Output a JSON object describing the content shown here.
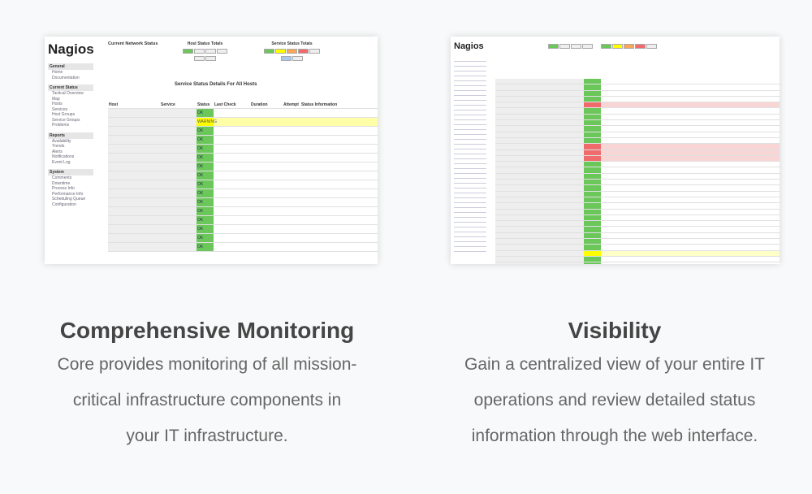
{
  "screenshots": {
    "left": {
      "logo": "Nagios",
      "header_title": "Current Network Status",
      "host_totals_title": "Host Status Totals",
      "service_totals_title": "Service Status Totals",
      "table_title": "Service Status Details For All Hosts",
      "sidebar": [
        {
          "heading": "General",
          "items": [
            "Home",
            "Documentation"
          ]
        },
        {
          "heading": "Current Status",
          "items": [
            "Tactical Overview",
            "Map",
            "Hosts",
            "Services",
            "Host Groups",
            "Service Groups",
            "Problems"
          ]
        },
        {
          "heading": "Reports",
          "items": [
            "Availability",
            "Trends",
            "Alerts",
            "Notifications",
            "Event Log"
          ]
        },
        {
          "heading": "System",
          "items": [
            "Comments",
            "Downtime",
            "Process Info",
            "Performance Info",
            "Scheduling Queue",
            "Configuration"
          ]
        }
      ],
      "columns": [
        "Host",
        "Service",
        "Status",
        "Last Check",
        "Duration",
        "Attempt",
        "Status Information"
      ],
      "rows": [
        {
          "status": "OK",
          "level": "ok"
        },
        {
          "status": "WARNING",
          "level": "warn"
        },
        {
          "status": "OK",
          "level": "ok"
        },
        {
          "status": "OK",
          "level": "ok"
        },
        {
          "status": "OK",
          "level": "ok"
        },
        {
          "status": "OK",
          "level": "ok"
        },
        {
          "status": "OK",
          "level": "ok"
        },
        {
          "status": "OK",
          "level": "ok"
        },
        {
          "status": "OK",
          "level": "ok"
        },
        {
          "status": "OK",
          "level": "ok"
        },
        {
          "status": "OK",
          "level": "ok"
        },
        {
          "status": "OK",
          "level": "ok"
        },
        {
          "status": "OK",
          "level": "ok"
        },
        {
          "status": "OK",
          "level": "ok"
        },
        {
          "status": "OK",
          "level": "ok"
        },
        {
          "status": "OK",
          "level": "ok"
        }
      ]
    },
    "right": {
      "logo": "Nagios",
      "rows": [
        "ok",
        "ok",
        "ok",
        "ok",
        "crit",
        "ok",
        "ok",
        "ok",
        "ok",
        "ok",
        "ok",
        "crit",
        "crit",
        "crit",
        "ok",
        "ok",
        "ok",
        "ok",
        "ok",
        "ok",
        "ok",
        "ok",
        "ok",
        "ok",
        "ok",
        "ok",
        "ok",
        "ok",
        "ok",
        "warn",
        "ok",
        "ok",
        "ok",
        "ok",
        "ok",
        "warn",
        "warn"
      ]
    }
  },
  "features": [
    {
      "title": "Comprehensive Monitoring",
      "lines": [
        "Core provides monitoring of all mission-",
        "critical infrastructure components in",
        "your IT infrastructure."
      ]
    },
    {
      "title": "Visibility",
      "lines": [
        "Gain a centralized view of your entire IT",
        "operations and review detailed status",
        "information through the web interface."
      ]
    }
  ],
  "colors": {
    "ok": "#6bc75a",
    "warning": "#ffff00",
    "critical": "#f06b6b",
    "title": "#454545",
    "body": "#666666"
  }
}
